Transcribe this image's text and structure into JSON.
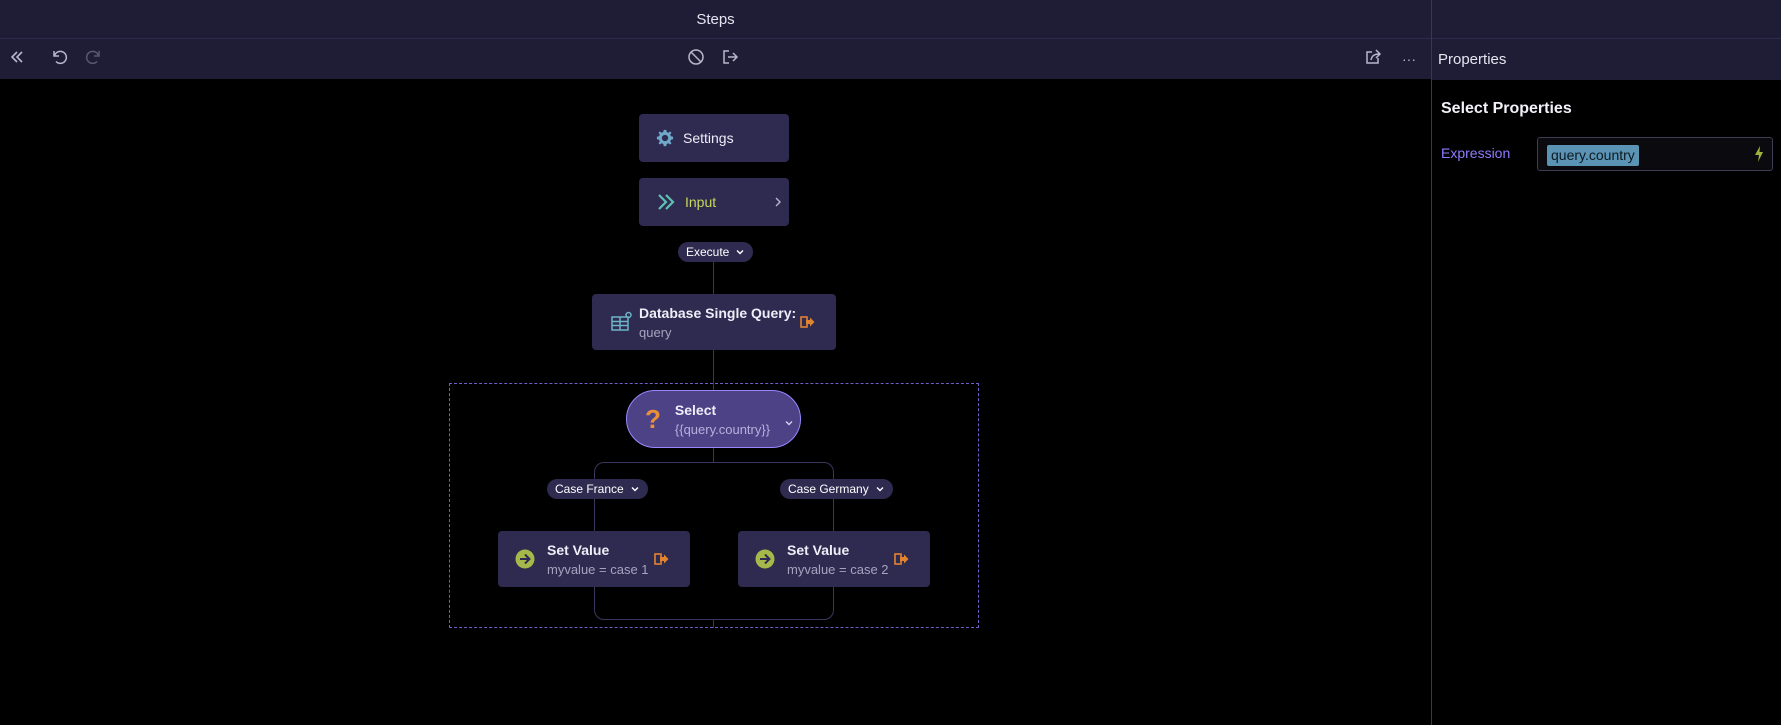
{
  "window": {
    "title": "Steps"
  },
  "toolbar": {
    "collapse_icon": "double-chevron-left-icon",
    "undo_icon": "undo-icon",
    "redo_icon": "redo-icon",
    "disable_icon": "disable-icon",
    "exit_icon": "exit-icon",
    "share_icon": "share-icon",
    "more_label": "···"
  },
  "properties": {
    "header": "Properties",
    "section_title": "Select Properties",
    "expression_label": "Expression",
    "expression_value": "query.country"
  },
  "flow": {
    "settings": {
      "label": "Settings"
    },
    "input": {
      "label": "Input"
    },
    "execute_pill": "Execute",
    "db_query": {
      "title": "Database Single Query:",
      "subtitle": "query"
    },
    "select": {
      "title": "Select",
      "subtitle": "{{query.country}}"
    },
    "cases": [
      {
        "pill": "Case France",
        "title": "Set Value",
        "subtitle": "myvalue = case 1"
      },
      {
        "pill": "Case Germany",
        "title": "Set Value",
        "subtitle": "myvalue = case 2"
      }
    ]
  },
  "colors": {
    "accent_purple": "#8f7bff",
    "node_bg": "#2f2a50",
    "exit_orange": "#e2832f",
    "setvalue_green": "#a6b84a",
    "question_orange": "#e8913a"
  }
}
